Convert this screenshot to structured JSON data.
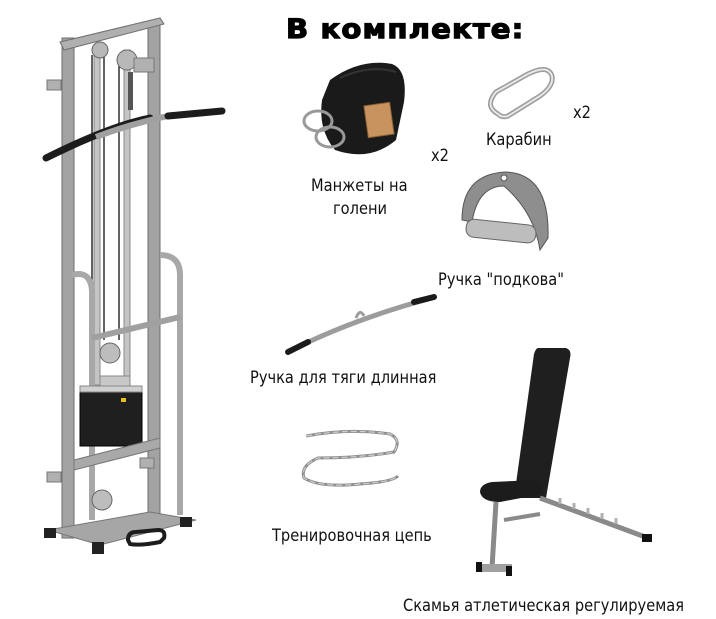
{
  "header": {
    "title": "В комплекте:"
  },
  "main_product": {
    "name": "cable-tower-machine",
    "image_desc": "Grey steel cable tower with lat pull bar, weight stack and low pulley"
  },
  "items": [
    {
      "id": "ankle-cuffs",
      "label_line1": "Манжеты на",
      "label_line2": "голени",
      "quantity": "x2"
    },
    {
      "id": "carabiner",
      "label": "Карабин",
      "quantity": "x2"
    },
    {
      "id": "stirrup-handle",
      "label": "Ручка \"подкова\""
    },
    {
      "id": "long-pull-bar",
      "label": "Ручка для тяги длинная"
    },
    {
      "id": "training-chain",
      "label": "Тренировочная цепь"
    },
    {
      "id": "adjustable-bench",
      "label": "Скамья атлетическая регулируемая"
    }
  ],
  "colors": {
    "frame_grey": "#9a9a9a",
    "frame_dark": "#6e6e6e",
    "pad_black": "#1c1c1c",
    "leather_tan": "#c8935e",
    "text": "#111111"
  }
}
